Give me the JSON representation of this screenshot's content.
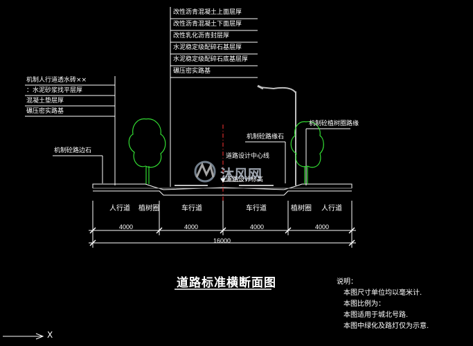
{
  "top_layers": [
    "改性沥青混凝土上面层厚",
    "改性沥青混凝土下面层厚",
    "改性乳化沥青封层厚",
    "水泥稳定级配碎石基层厚",
    "水泥稳定级配碎石底基层厚",
    "碾压密实路基"
  ],
  "side_layers": [
    "机制人行道透水砖××",
    "：水泥砂浆找平层厚",
    "混凝土垫层厚",
    "碾压密实路基"
  ],
  "annotations": {
    "curb_left": "机制砼路边石",
    "curb_right": "机制砼路缘石",
    "tree_ring": "机制砼植树圈路缘",
    "centerline": "道路设计中心线",
    "elevation": "道路设计标高"
  },
  "sections": [
    "人行道",
    "植树圈",
    "车行道",
    "车行道",
    "植树圈",
    "人行道"
  ],
  "dimensions": [
    "4000",
    "4000",
    "4000",
    "4000"
  ],
  "total_width": "16000",
  "title": "道路标准横断面图",
  "notes": {
    "heading": "说明：",
    "items": [
      "本图尺寸单位均以毫米计.",
      "本图比例为：",
      "本图适用于城北号路.",
      "本图中绿化及路灯仅为示意."
    ]
  },
  "watermark": "沐风网",
  "axis_label": "X",
  "colors": {
    "background": "#000000",
    "line": "#ffffff",
    "tree": "#33dd33",
    "centerline": "#ff3333",
    "pole": "#c0c0c0"
  }
}
